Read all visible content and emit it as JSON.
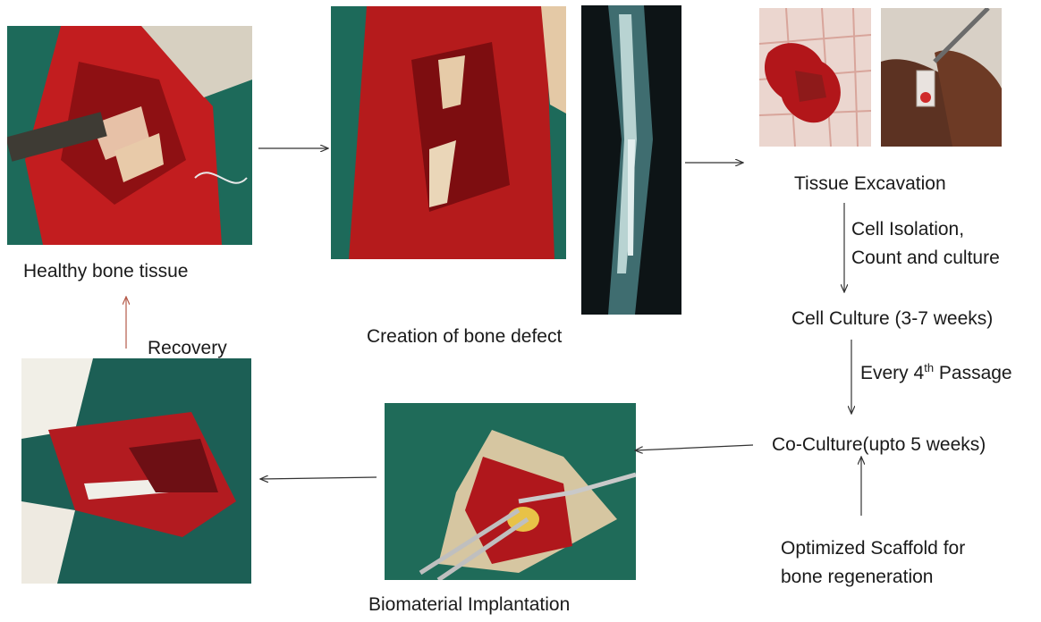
{
  "images": {
    "healthy": "Healthy bone tissue surgical photo",
    "defect": "Bone defect surgical photo",
    "xray": "X-ray of limb",
    "excavation_a": "Excavated tissue on gauze",
    "excavation_b": "Tissue sample in tube",
    "implant": "Biomaterial implant surgery photo",
    "recovery": "Recovered bone tissue photo"
  },
  "labels": {
    "healthy": "Healthy bone tissue",
    "defect": "Creation of bone defect",
    "excavation": "Tissue Excavation",
    "isolation_line1": "Cell Isolation,",
    "isolation_line2": "Count and culture",
    "culture": "Cell Culture (3-7 weeks)",
    "passage_prefix": "Every 4",
    "passage_sup": "th",
    "passage_suffix": " Passage",
    "coculture": "Co-Culture(upto 5 weeks)",
    "scaffold_line1": "Optimized Scaffold for",
    "scaffold_line2": "bone regeneration",
    "implantation": "Biomaterial Implantation",
    "recovery": "Recovery"
  },
  "colors": {
    "arrow": "#333333",
    "recovery_arrow": "#b55a4a",
    "drape_green": "#1f6e5c",
    "tissue_red": "#b8161a"
  }
}
